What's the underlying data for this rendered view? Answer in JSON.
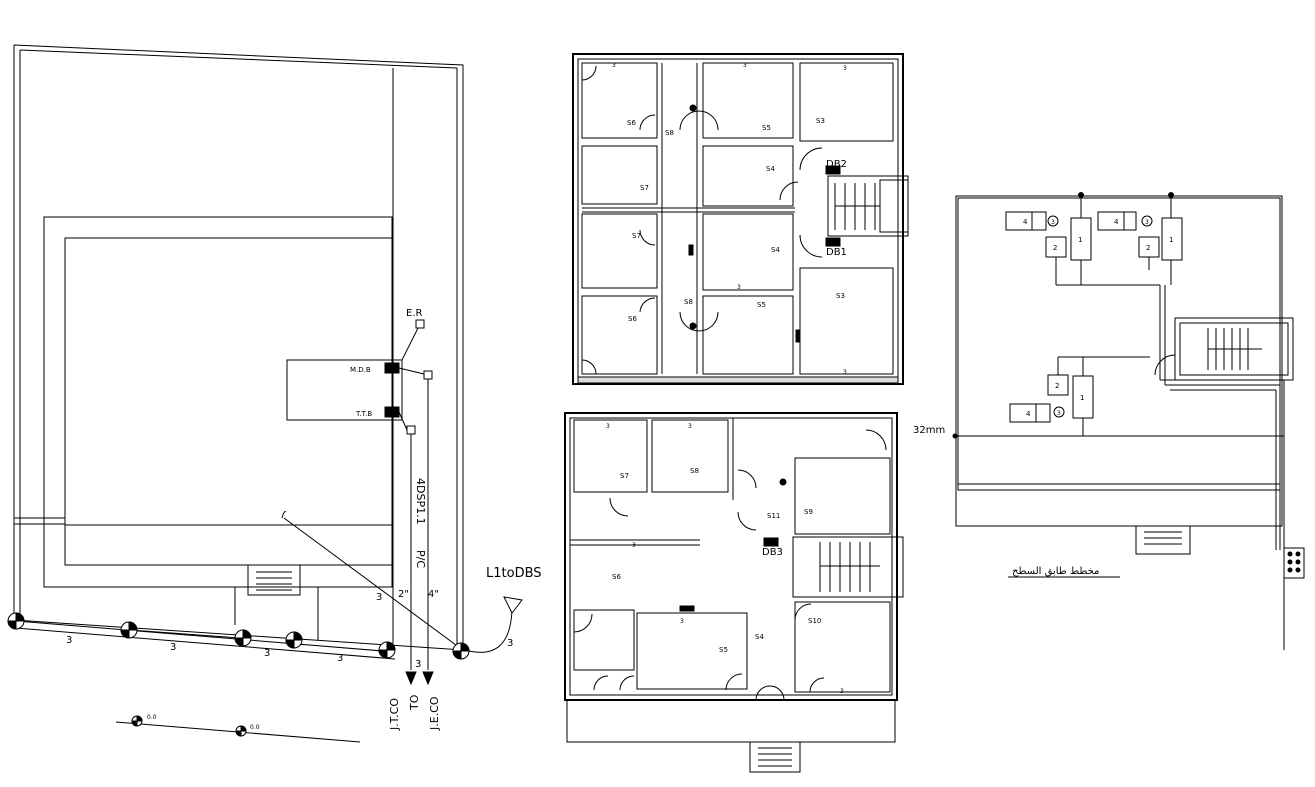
{
  "site_plan": {
    "er_label": "E.R",
    "mdb_label": "M.D.B",
    "ttb_label": "T.T.B",
    "cable_1": "4DSP1.1",
    "cable_2": "P/C",
    "pipe_size_1": "2\"",
    "pipe_size_2": "4\"",
    "feed_label": "L1toDBS",
    "to_label_1": "J.T.CO",
    "to_label_mid": "TO",
    "to_label_2": "J.E.CO",
    "level_1": "0.0",
    "level_2": "0.0",
    "segment_num": "3"
  },
  "first_floor": {
    "db_labels": [
      "DB2",
      "DB1"
    ],
    "switch_labels": [
      "S6",
      "S8",
      "S5",
      "S3",
      "S7",
      "S4",
      "S7",
      "S4",
      "S3",
      "S6",
      "S8",
      "S5"
    ],
    "circuit_num": "3"
  },
  "ground_floor": {
    "db_label": "DB3",
    "switch_labels": [
      "S7",
      "S8",
      "S11",
      "S9",
      "S6",
      "S10",
      "S4",
      "S5"
    ],
    "circuit_num": "3"
  },
  "roof_plan": {
    "pipe_label": "32mm",
    "title": "مخطط طابق السطح",
    "unit_labels": [
      "4",
      "2",
      "1",
      "4",
      "2",
      "1",
      "2",
      "1",
      "4"
    ],
    "circle_label": "3"
  }
}
